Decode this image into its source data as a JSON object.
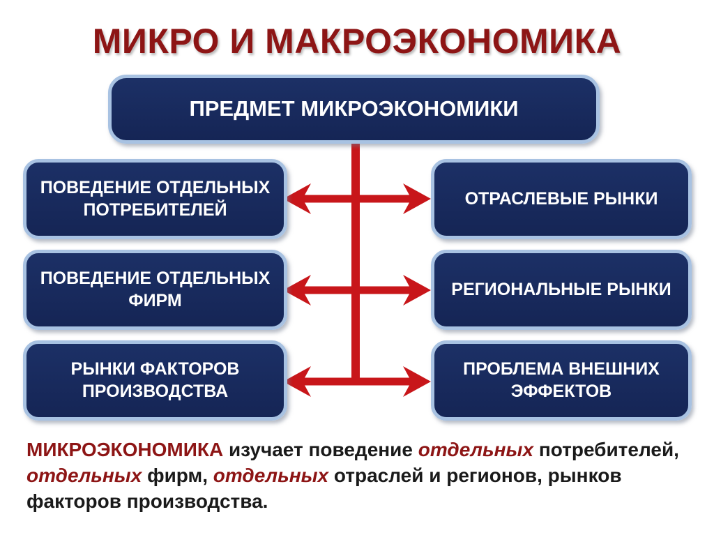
{
  "slide": {
    "title": "МИКРО И МАКРОЭКОНОМИКА"
  },
  "diagram": {
    "root_box": {
      "label": "ПРЕДМЕТ МИКРОЭКОНОМИКИ"
    },
    "left_boxes": [
      {
        "label": "ПОВЕДЕНИЕ ОТДЕЛЬНЫХ ПОТРЕБИТЕЛЕЙ"
      },
      {
        "label": "ПОВЕДЕНИЕ ОТДЕЛЬНЫХ ФИРМ"
      },
      {
        "label": "РЫНКИ ФАКТОРОВ ПРОИЗВОДСТВА"
      }
    ],
    "right_boxes": [
      {
        "label": "ОТРАСЛЕВЫЕ РЫНКИ"
      },
      {
        "label": "РЕГИОНАЛЬНЫЕ РЫНКИ"
      },
      {
        "label": "ПРОБЛЕМА ВНЕШНИХ ЭФФЕКТОВ"
      }
    ]
  },
  "colors": {
    "title_red": "#8D1515",
    "box_fill_navy": "#16265B",
    "box_border_blue": "#A8C2E2",
    "arrow_red": "#C8161A",
    "body_text": "#1a1a1a",
    "background": "#ffffff"
  },
  "paragraph": {
    "lines": [
      {
        "segments": [
          {
            "text": "МИКРОЭКОНОМИКА",
            "style": "red"
          },
          {
            "text": " изучает поведение ",
            "style": "dark"
          },
          {
            "text": "отдельных",
            "style": "red-italic"
          },
          {
            "text": " потребителей,",
            "style": "dark"
          }
        ]
      },
      {
        "segments": [
          {
            "text": "отдельных",
            "style": "red-italic"
          },
          {
            "text": " фирм, ",
            "style": "dark"
          },
          {
            "text": "отдельных",
            "style": "red-italic"
          },
          {
            "text": " отраслей и регионов, рынков",
            "style": "dark"
          }
        ]
      },
      {
        "segments": [
          {
            "text": "факторов производства.",
            "style": "dark"
          }
        ]
      }
    ]
  }
}
